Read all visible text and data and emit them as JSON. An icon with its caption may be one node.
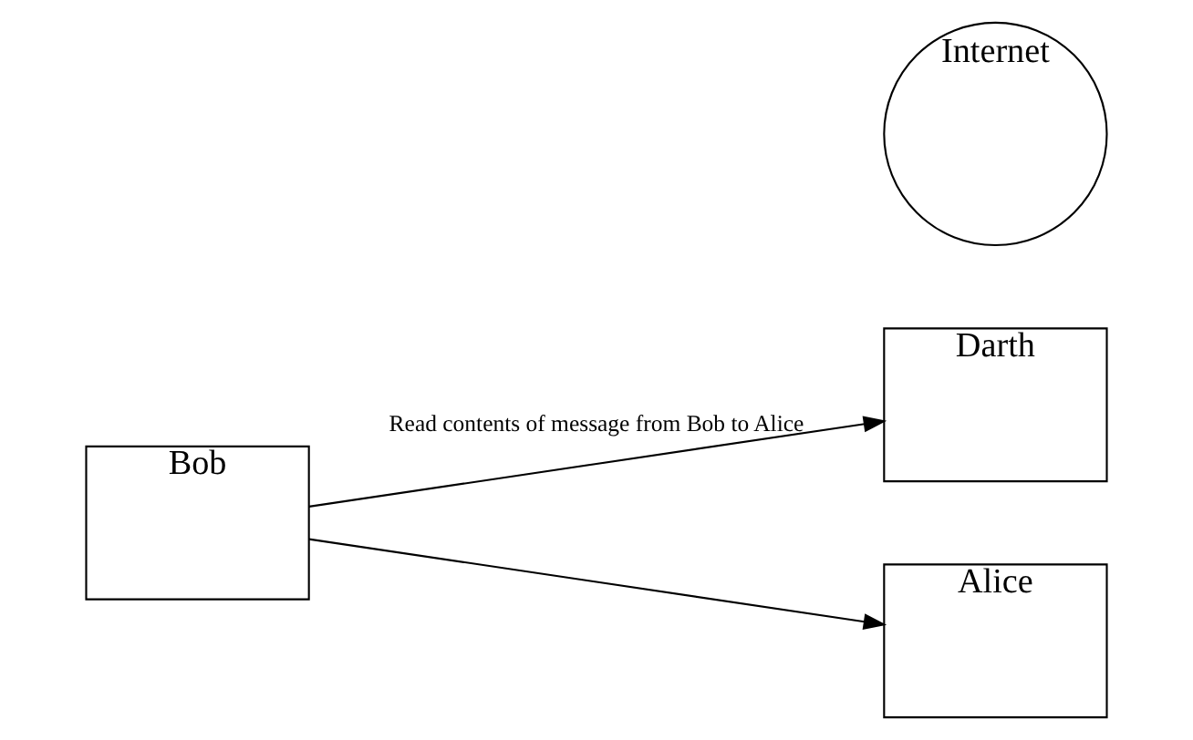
{
  "diagram": {
    "nodes": [
      {
        "text": [
          "Darth"
        ]
      },
      {
        "text": [
          "Bob"
        ]
      },
      {
        "text": [
          "Internet"
        ]
      },
      {
        "text": [
          "Alice"
        ]
      }
    ],
    "edges": [
      {
        "from": 1,
        "to": 0,
        "arrow": "to",
        "label": "Read contents of message from Bob to Alice"
      },
      {
        "from": 1,
        "to": 3,
        "arrow": "to"
      }
    ]
  }
}
